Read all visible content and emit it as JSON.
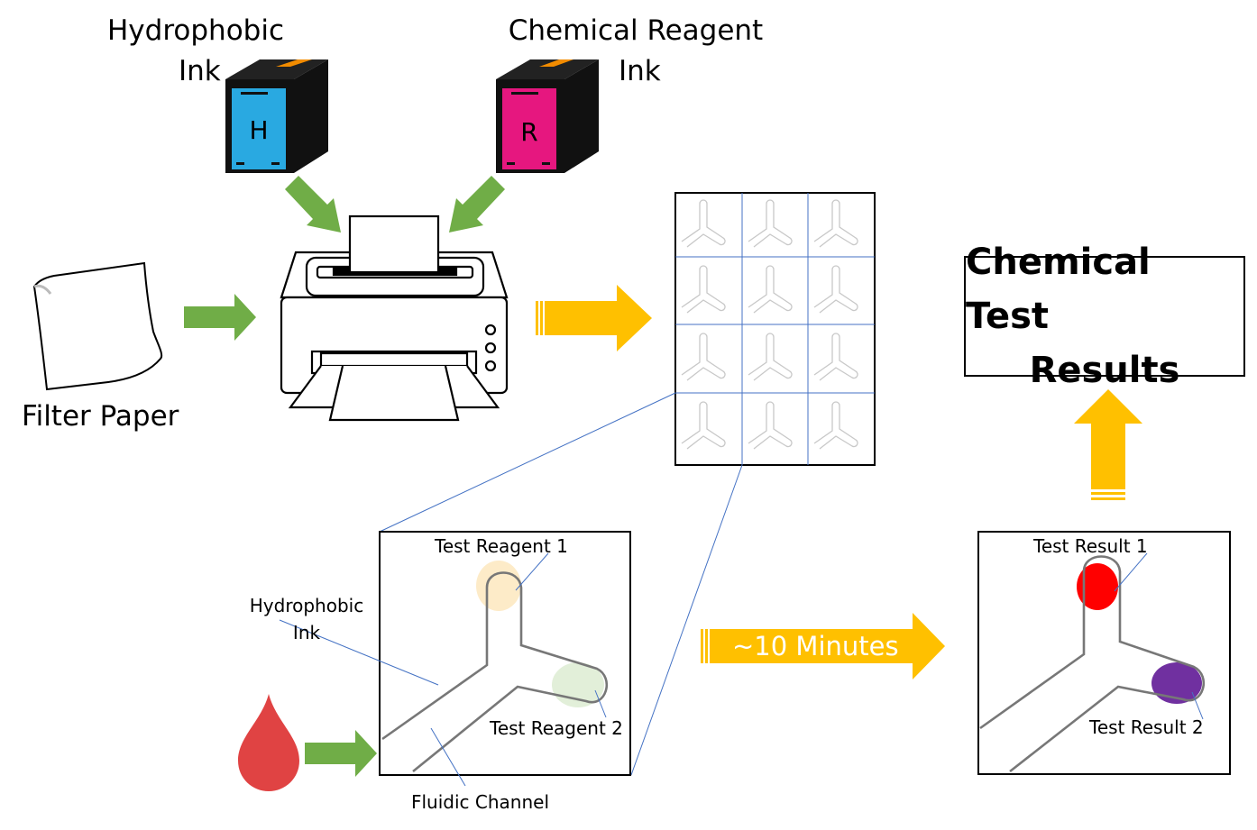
{
  "labels": {
    "hydrophobic_ink_line1": "Hydrophobic",
    "hydrophobic_ink_line2": "Ink",
    "chemical_reagent_ink_line1": "Chemical Reagent",
    "chemical_reagent_ink_line2": "Ink",
    "cartridge_h_letter": "H",
    "cartridge_r_letter": "R",
    "filter_paper": "Filter Paper",
    "test_reagent_1": "Test Reagent 1",
    "test_reagent_2": "Test Reagent 2",
    "hydrophobic_ink_small_line1": "Hydrophobic",
    "hydrophobic_ink_small_line2": "Ink",
    "fluidic_channel": "Fluidic Channel",
    "time_arrow": "~10 Minutes",
    "test_result_1": "Test Result 1",
    "test_result_2": "Test Result 2",
    "results_line1": "Chemical Test",
    "results_line2": "Results"
  },
  "colors": {
    "hydrophobic_cartridge": "#29a9e1",
    "reagent_cartridge": "#e6177f",
    "cartridge_tab": "#f28c00",
    "green_arrow": "#70ad47",
    "gold_arrow": "#ffc000",
    "blood_drop": "#e04343",
    "reagent_1_spot": "#fdebc8",
    "reagent_2_spot": "#e2efd9",
    "result_1_spot": "#ff0000",
    "result_2_spot": "#7030a0",
    "grid_lines": "#4472c4"
  }
}
